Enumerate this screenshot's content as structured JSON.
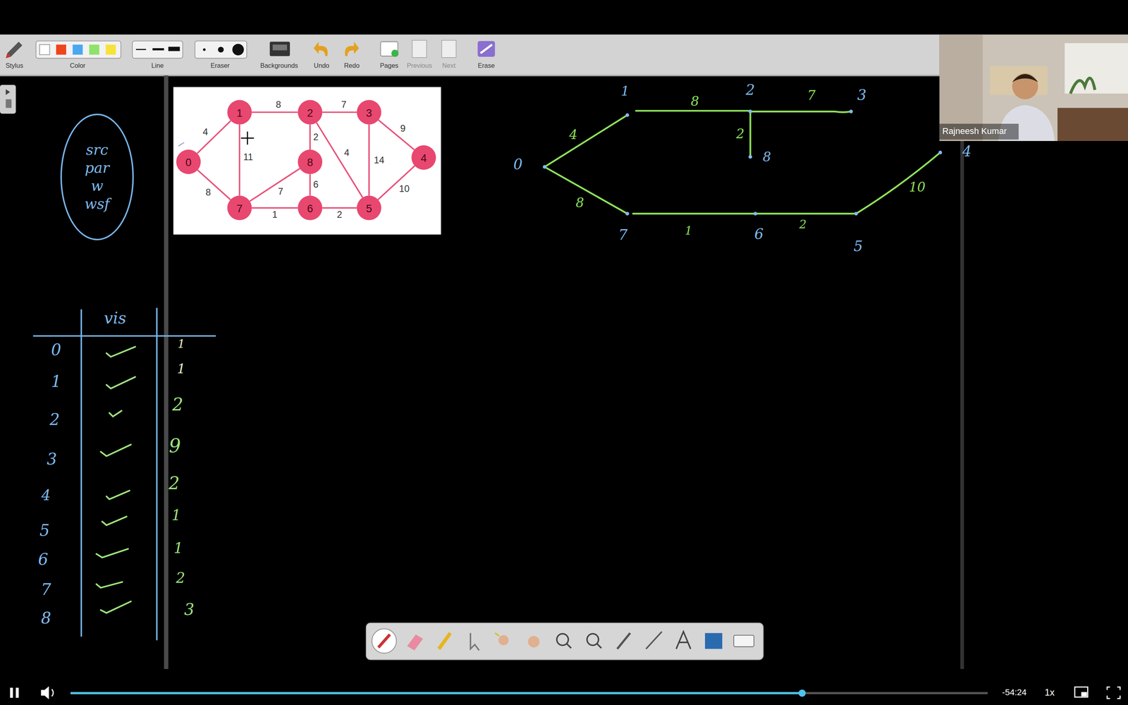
{
  "diagram": {
    "nodes": [
      {
        "text": [
          "src",
          "par",
          "w",
          "wsf"
        ]
      },
      {
        "text": [
          "0"
        ]
      },
      {
        "text": [
          "1"
        ]
      },
      {
        "text": [
          "2"
        ]
      },
      {
        "text": [
          "3"
        ]
      },
      {
        "text": [
          "4"
        ]
      },
      {
        "text": [
          "5"
        ]
      },
      {
        "text": [
          "6"
        ]
      },
      {
        "text": [
          "7"
        ]
      },
      {
        "text": [
          "8"
        ]
      }
    ],
    "edges": [
      {
        "from": 1,
        "to": 2,
        "arrow": "none",
        "label": "4"
      },
      {
        "from": 1,
        "to": 8,
        "arrow": "none",
        "label": "8"
      },
      {
        "from": 2,
        "to": 3,
        "arrow": "none",
        "label": "8"
      },
      {
        "from": 2,
        "to": 8,
        "arrow": "none",
        "label": "11"
      },
      {
        "from": 3,
        "to": 4,
        "arrow": "none",
        "label": "7"
      },
      {
        "from": 3,
        "to": 9,
        "arrow": "none",
        "label": "2"
      },
      {
        "from": 3,
        "to": 6,
        "arrow": "none",
        "label": "4"
      },
      {
        "from": 4,
        "to": 6,
        "arrow": "none",
        "label": "14"
      },
      {
        "from": 4,
        "to": 5,
        "arrow": "none",
        "label": "9"
      },
      {
        "from": 5,
        "to": 6,
        "arrow": "none",
        "label": "10"
      },
      {
        "from": 9,
        "to": 8,
        "arrow": "none",
        "label": "7"
      },
      {
        "from": 9,
        "to": 7,
        "arrow": "none",
        "label": "6"
      },
      {
        "from": 8,
        "to": 7,
        "arrow": "none",
        "label": "1"
      },
      {
        "from": 7,
        "to": 6,
        "arrow": "none",
        "label": "2"
      }
    ],
    "labels": [
      "Stylus",
      "Color",
      "Line",
      "Eraser",
      "Backgrounds",
      "Undo",
      "Redo",
      "Pages",
      "Previous",
      "Next",
      "Erase",
      "Rajneesh Kumar",
      "vis",
      "0",
      "1",
      "2",
      "3",
      "4",
      "5",
      "6",
      "7",
      "8",
      "1",
      "1",
      "2",
      "9",
      "2",
      "1",
      "1",
      "2",
      "3",
      "0",
      "1",
      "2",
      "3",
      "8",
      "7",
      "6",
      "5",
      "4",
      "4",
      "8",
      "7",
      "2",
      "8",
      "1",
      "2",
      "10",
      "-54:24",
      "1x"
    ]
  }
}
